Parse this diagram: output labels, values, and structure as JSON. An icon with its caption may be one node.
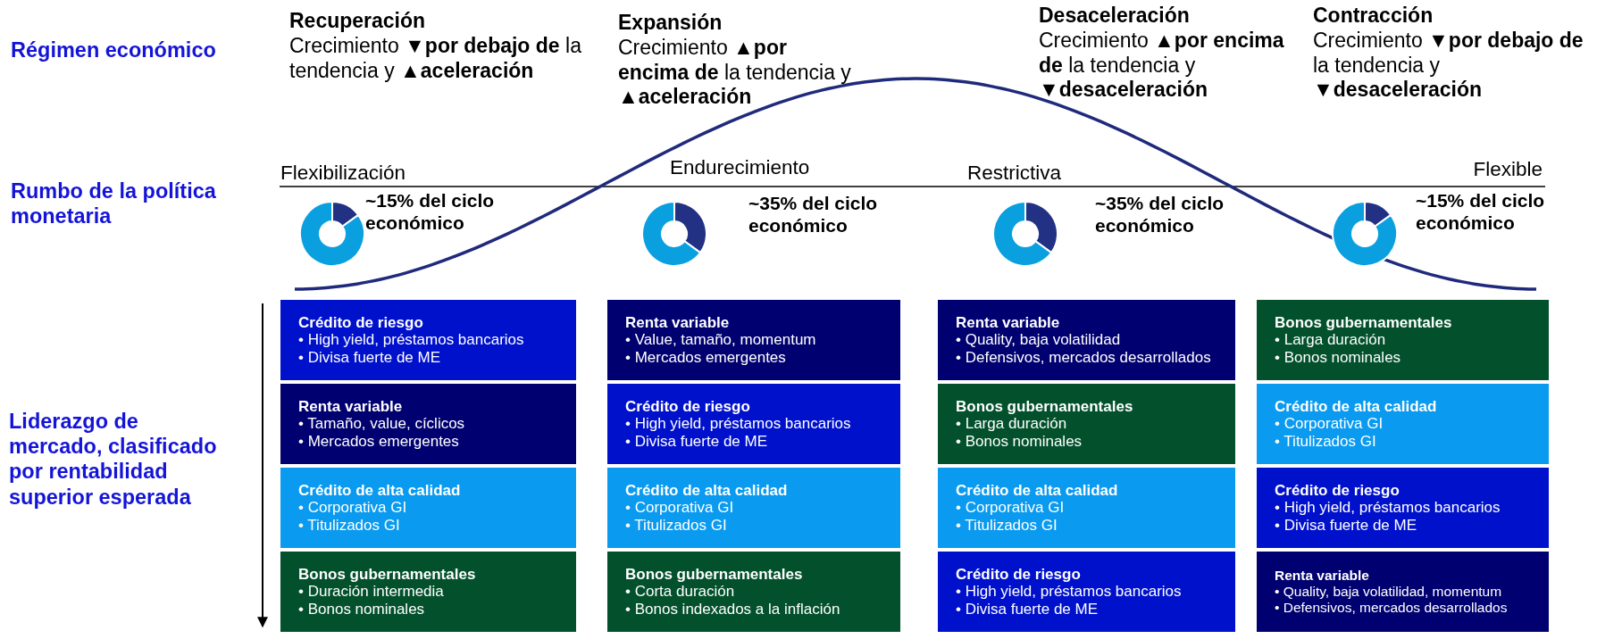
{
  "diagram": {
    "nodes": [
      {
        "text": [
          "Crédito de riesgo",
          "• High yield, préstamos bancarios",
          "• Divisa fuerte de ME"
        ]
      },
      {
        "text": [
          "Renta variable",
          "• Value, tamaño, momentum",
          "• Mercados emergentes"
        ]
      },
      {
        "text": [
          "Renta variable",
          "• Quality, baja volatilidad",
          "• Defensivos, mercados desarrollados"
        ]
      },
      {
        "text": [
          "Bonos gubernamentales",
          "• Larga duración",
          "• Bonos nominales"
        ]
      },
      {
        "text": [
          "Renta variable",
          "• Tamaño, value, cíclicos",
          "• Mercados emergentes"
        ]
      },
      {
        "text": [
          "Crédito de riesgo",
          "• High yield, préstamos bancarios",
          "• Divisa fuerte de ME"
        ]
      },
      {
        "text": [
          "Bonos gubernamentales",
          "• Larga duración",
          "• Bonos nominales"
        ]
      },
      {
        "text": [
          "Crédito de alta calidad",
          "• Corporativa GI",
          "• Titulizados GI"
        ]
      },
      {
        "text": [
          "Crédito de alta calidad",
          "• Corporativa GI",
          "• Titulizados GI"
        ]
      },
      {
        "text": [
          "Crédito de alta calidad",
          "• Corporativa GI",
          "• Titulizados GI"
        ]
      },
      {
        "text": [
          "Crédito de alta calidad",
          "• Corporativa GI",
          "• Titulizados GI"
        ]
      },
      {
        "text": [
          "Crédito de riesgo",
          "• High yield, préstamos bancarios",
          "• Divisa fuerte de ME"
        ]
      },
      {
        "text": [
          "Bonos gubernamentales",
          "• Duración intermedia",
          "• Bonos nominales"
        ]
      },
      {
        "text": [
          "Bonos gubernamentales",
          "• Corta duración",
          "• Bonos indexados a la inflación"
        ]
      },
      {
        "text": [
          "Crédito de riesgo",
          "• High yield, préstamos bancarios",
          "• Divisa fuerte de ME"
        ]
      },
      {
        "text": [
          "Renta variable",
          "• Quality, baja volatilidad, momentum",
          "• Defensivos, mercados desarrollados"
        ]
      }
    ],
    "labels": [
      "Régimen económico",
      "Recuperación",
      "Crecimiento ▼**por debajo de** la tendencia y ▲**aceleración**",
      "Expansión",
      "Crecimiento ▲**por encima de** la tendencia y ▲**aceleración**",
      "Desaceleración",
      "Crecimiento ▲**por encima de** la tendencia y ▼**desaceleración**",
      "Contracción",
      "Crecimiento ▼**por debajo de** la tendencia y ▼**desaceleración**",
      "Flexibilización",
      "Endurecimiento",
      "Restrictiva",
      "Flexible",
      "Rumbo de la política monetaria",
      "~15% del ciclo económico",
      "~35% del ciclo económico",
      "~35% del ciclo económico",
      "~15% del ciclo económico",
      "Liderazgo de mercado, clasificado por rentabilidad superior esperada"
    ]
  }
}
